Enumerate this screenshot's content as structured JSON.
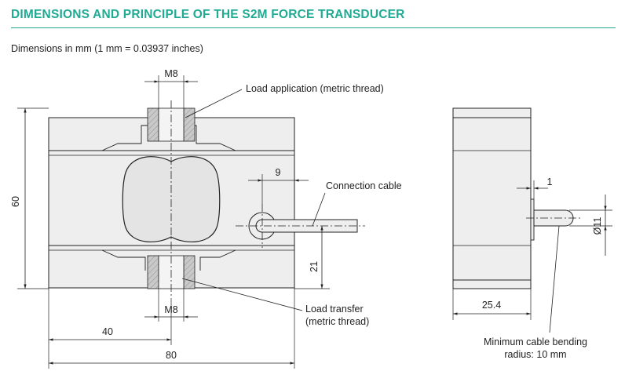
{
  "header": {
    "title": "DIMENSIONS AND PRINCIPLE OF THE S2M FORCE TRANSDUCER",
    "subtitle": "Dimensions in mm (1 mm = 0.03937 inches)"
  },
  "front_view": {
    "dim_top_thread": "M8",
    "dim_bottom_thread": "M8",
    "dim_height": "60",
    "dim_cable_offset": "9",
    "dim_cable_height": "21",
    "dim_half_width": "40",
    "dim_width": "80",
    "label_load_application": "Load application (metric thread)",
    "label_connection_cable": "Connection cable",
    "label_load_transfer_1": "Load transfer",
    "label_load_transfer_2": "(metric thread)"
  },
  "side_view": {
    "dim_cable_protrusion": "1",
    "dim_cable_diameter": "Ø11",
    "dim_depth": "25.4",
    "label_bending_1": "Minimum cable bending",
    "label_bending_2": "radius: 10 mm"
  },
  "colors": {
    "accent": "#1faa93",
    "body_fill": "#eeeeee",
    "hatch": "#b3b3b3",
    "line": "#222222"
  }
}
